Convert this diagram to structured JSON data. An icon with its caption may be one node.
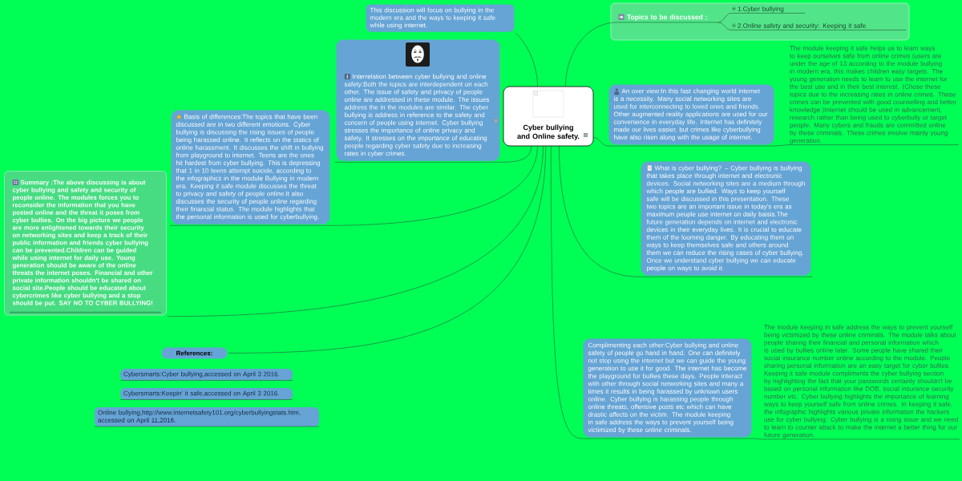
{
  "diagram": {
    "nodes": [
      {
        "text": [
          "Cyber bullying and Online safety."
        ]
      },
      {
        "text": [
          "This discussion will focus on bullying in the modern era and the ways to keeping it safe while using internet."
        ]
      },
      {
        "text": [
          "Interrelation between cyber bullying and online safety:Both the topics are interdependent on each other. The issue of safety and privacy of people online are addressed in these module. The issues address the in the modules are similar. The cyber bullying is address in reference to the safety and concern of people using internet. Cyber bullying stresses the importance of online privacy and safety. It stresses on the importance of educating people regarding cyber safety due to increasing rates in cyber crimes."
        ]
      },
      {
        "text": [
          "Basis of differences:The topics that have been discussed are in two different emotions. Cyber bullying is discussing the rising issues of people being harassed online. It reflects on the statics of online harassment. It discusses the shift in bullying from playground to internet. Teens are the ones hit hardest from cyber bullying. This is depressing that 1 in 10 teens attempt suicide, according to the infographics in the module Bullying in modern era. Keeping it safe module discusses the threat to privacy and safety of people online.It also discusses the security of people online regarding their financial status. The module highlights that the personal information is used for cyberbullying."
        ]
      },
      {
        "text": [
          "Summary :The above discussing is about cyber bullying and safety and security of people online. The modules forces you to reconsider the information that you have posted online and the threat it poses from cyber bullies. On the big picture we people are more enlightened towards their security on networking sites and keep a track of their public information and friends cyber bullying can be prevented.Children can be guided while using internet for daily use. Young generation should be aware of the online threats the internet poses. Financial and other private information shouldn't be shared on social site.People should be educated about cybercrimes like cyber bullying and a stop should be put. SAY NO TO CYBER BULLYING!"
        ]
      },
      {
        "text": [
          "References:"
        ]
      },
      {
        "text": [
          "Cybersmarts:Cyber bullying,accessed on April 3 2016."
        ]
      },
      {
        "text": [
          "Cybersmarts:Keepin' it safe,accessed on April 3 2016."
        ]
      },
      {
        "text": [
          "Online bullying,http://www.internetsafety101.org/cyberbullyingstats.htm, accessed on April 11,2016."
        ]
      },
      {
        "text": [],
        "shape": "box"
      },
      {
        "text": [
          "Topics to be discussed :"
        ],
        "in": 9
      },
      {
        "text": [
          "1.Cyber bullying"
        ],
        "in": 9
      },
      {
        "text": [
          "2.Online safety and security: Keeping it safe."
        ],
        "in": 9
      },
      {
        "text": [
          "An over view:In this fast changing world internet is a necessity. Many social networking sites are used for interconnecting to loved ones and friends. Other augmented reality applications are used for our convenience in everyday life. Internet has definitely made our lives easier, but crimes like cyberbullying have also risen along with the usage of internet."
        ]
      },
      {
        "text": [
          "The module keeping it safe helps us to learn ways to keep ourselves safe from online crimes (users are under the age of 13 according to the module bullying in modern era, this makes children easy targets. The young generation needs to learn to use the internet for the best use and in their best interest. (Chose these topics due to the increasing rates in online crimes. These crimes can be prevented with good counselling and better knowledge.)Internet should be used in advancement, research rather than being used to cyberbully or target people. Many cybers and frauds are committed online by these criminals. These crimes involve mainly young generation."
        ]
      },
      {
        "text": [
          "What is cyber bullying? – Cyber bullying is bullying that takes place through internet and electronic devices. Social networking sites are a medium through which people are bullied. Ways to keep yourself safe will be discussed in this presentation. These two topics are an important issue in today's era as maximum people use internet on daily baisis.The future generation depends on internet and electronic devices in their everyday lives. It is crucial to educate them of the looming danger. By educating them on ways to keep themselves safe and others around them we can reduce the rising cases of cyber bullying. Once we understand cyber bullying we can educate people on ways to avoid it."
        ]
      },
      {
        "text": [
          "Complimenting each other:Cyber bullying and online safety of people go hand in hand. One can definitely not stop using the internet but we can guide the young generation to use it for good. The internet has become the playground for bullies these days. People interact with other through social networking sites and many a times it results in being harassed by unknown users online. Cyber bullying is harassing people through online threats, offensive posts etc which can have drastic affects on the victim. The module keeping in safe address the ways to prevent yourself being victimized by these online criminals."
        ]
      },
      {
        "text": [
          "The module keeping in safe address the ways to prevent yourself being victimized by these online criminals. The module talks about people sharing their financial and personal information which is used by bullies online later. Some people have shared their social insurance number online according to the module. People sharing personal information are an easy target for cyber bullies. Keeping it safe module compliments the cyber bullying section by highlighting the fact that your passwords certainly shouldn't be based on personal information like DOB, social insurance security number etc. Cyber bullying highlights the importance of learning ways to keep yourself safe from online crimes. In keeping it safe, the infographic highlights various private information the hackers use for cyber bullying. Cyber bullying is a rising issue and we need to learn to counter attack to make the internet a better thing for our future generation."
        ]
      }
    ],
    "edges": [
      {
        "from": 0,
        "to": 1,
        "arrow": "none"
      },
      {
        "from": 0,
        "to": 2,
        "arrow": "none"
      },
      {
        "from": 0,
        "to": 3,
        "arrow": "none"
      },
      {
        "from": 0,
        "to": 4,
        "arrow": "none"
      },
      {
        "from": 0,
        "to": 5,
        "arrow": "none"
      },
      {
        "from": 0,
        "to": 10,
        "arrow": "none"
      },
      {
        "from": 10,
        "to": 11,
        "arrow": "none"
      },
      {
        "from": 10,
        "to": 12,
        "arrow": "none"
      },
      {
        "from": 0,
        "to": 13,
        "arrow": "none"
      },
      {
        "from": 13,
        "to": 14,
        "arrow": "none"
      },
      {
        "from": 0,
        "to": 15,
        "arrow": "none"
      },
      {
        "from": 0,
        "to": 16,
        "arrow": "none"
      },
      {
        "from": 16,
        "to": 17,
        "arrow": "none"
      }
    ]
  }
}
